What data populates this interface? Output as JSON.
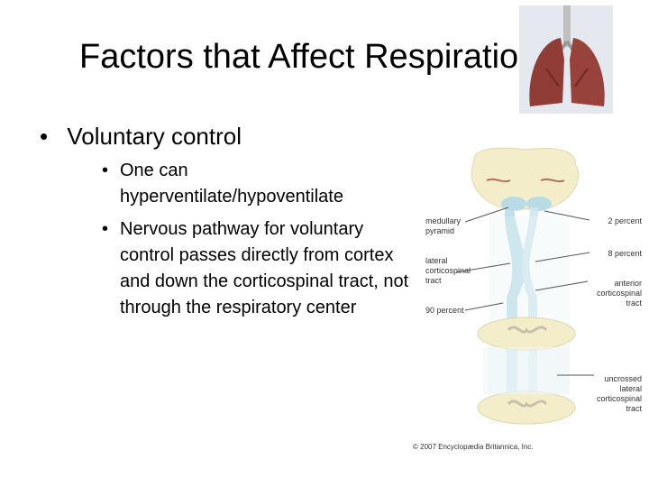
{
  "slide": {
    "title": "Factors that Affect Respiration",
    "bullet1": "Voluntary control",
    "bullet_glyph": "•",
    "sub_bullets": [
      "One can hyperventilate/hypoventilate",
      "Nervous pathway for voluntary control passes directly from cortex and down the corticospinal tract, not through the respiratory center"
    ]
  },
  "diagram": {
    "labels": {
      "medullary_pyramid_1": "medullary",
      "medullary_pyramid_2": "pyramid",
      "lateral_1": "lateral",
      "lateral_2": "corticospinal",
      "lateral_3": "tract",
      "ninety": "90 percent",
      "two": "2 percent",
      "eight": "8 percent",
      "anterior_1": "anterior",
      "anterior_2": "corticospinal",
      "anterior_3": "tract",
      "uncrossed_1": "uncrossed",
      "uncrossed_2": "lateral",
      "uncrossed_3": "corticospinal",
      "uncrossed_4": "tract",
      "copyright": "© 2007 Encyclopædia Britannica, Inc."
    },
    "colors": {
      "tissue": "#f3edc9",
      "tract": "#b9dbe6",
      "line": "#555555"
    }
  }
}
